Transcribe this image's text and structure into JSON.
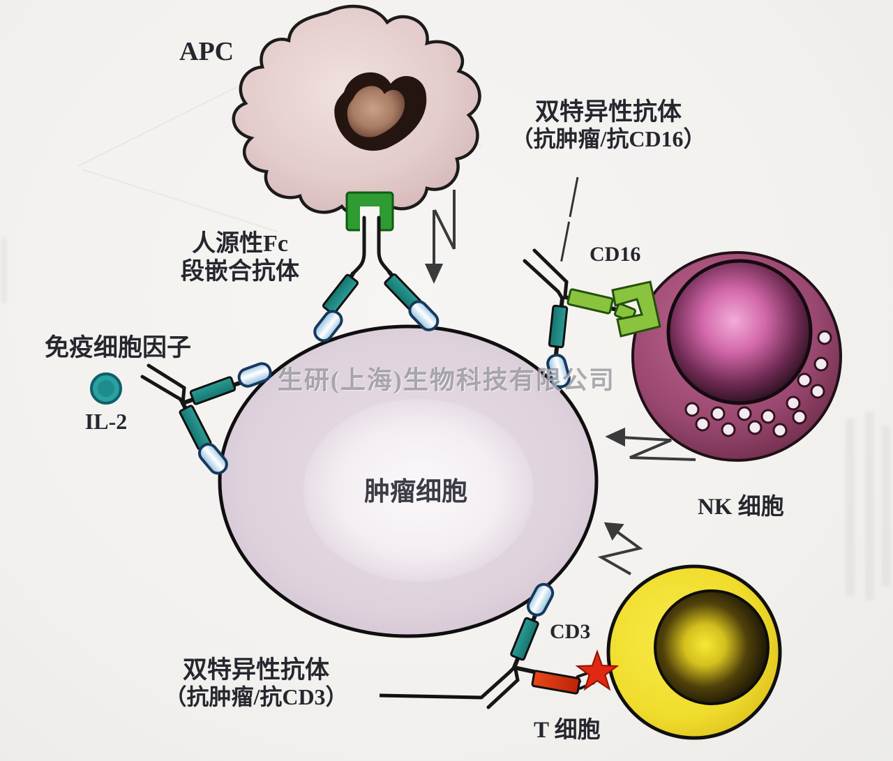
{
  "watermark": "生研(上海)生物科技有限公司",
  "cells": {
    "apc": {
      "label": "APC"
    },
    "tumor": {
      "label": "肿瘤细胞"
    },
    "nk": {
      "label": "NK 细胞"
    },
    "t": {
      "label": "T 细胞"
    }
  },
  "molecules": {
    "bispecific_cd16": {
      "line1": "双特异性抗体",
      "line2": "（抗肿瘤/抗CD16）"
    },
    "bispecific_cd3": {
      "line1": "双特异性抗体",
      "line2": "（抗肿瘤/抗CD3）"
    },
    "humanized_fc": {
      "line1": "人源性Fc",
      "line2": "段嵌合抗体"
    },
    "immunocytokine": {
      "label": "免疫细胞因子"
    },
    "il2": {
      "label": "IL-2"
    },
    "cd16": {
      "label": "CD16"
    },
    "cd3": {
      "label": "CD3"
    }
  },
  "colors": {
    "antibody_teal": "#1f8f8a",
    "antigen_blue": "#cfe6f5",
    "receptor_green": "#2e9b33",
    "cd16_green": "#8ac33e",
    "cd3_red": "#e02812",
    "nk_plum": "#9a4870",
    "nk_core_pink": "#e286c0",
    "t_yellow": "#f0dc2c",
    "tumor_body": "#dacedb",
    "apc_body": "#e6d2cf",
    "outline": "#171717"
  }
}
